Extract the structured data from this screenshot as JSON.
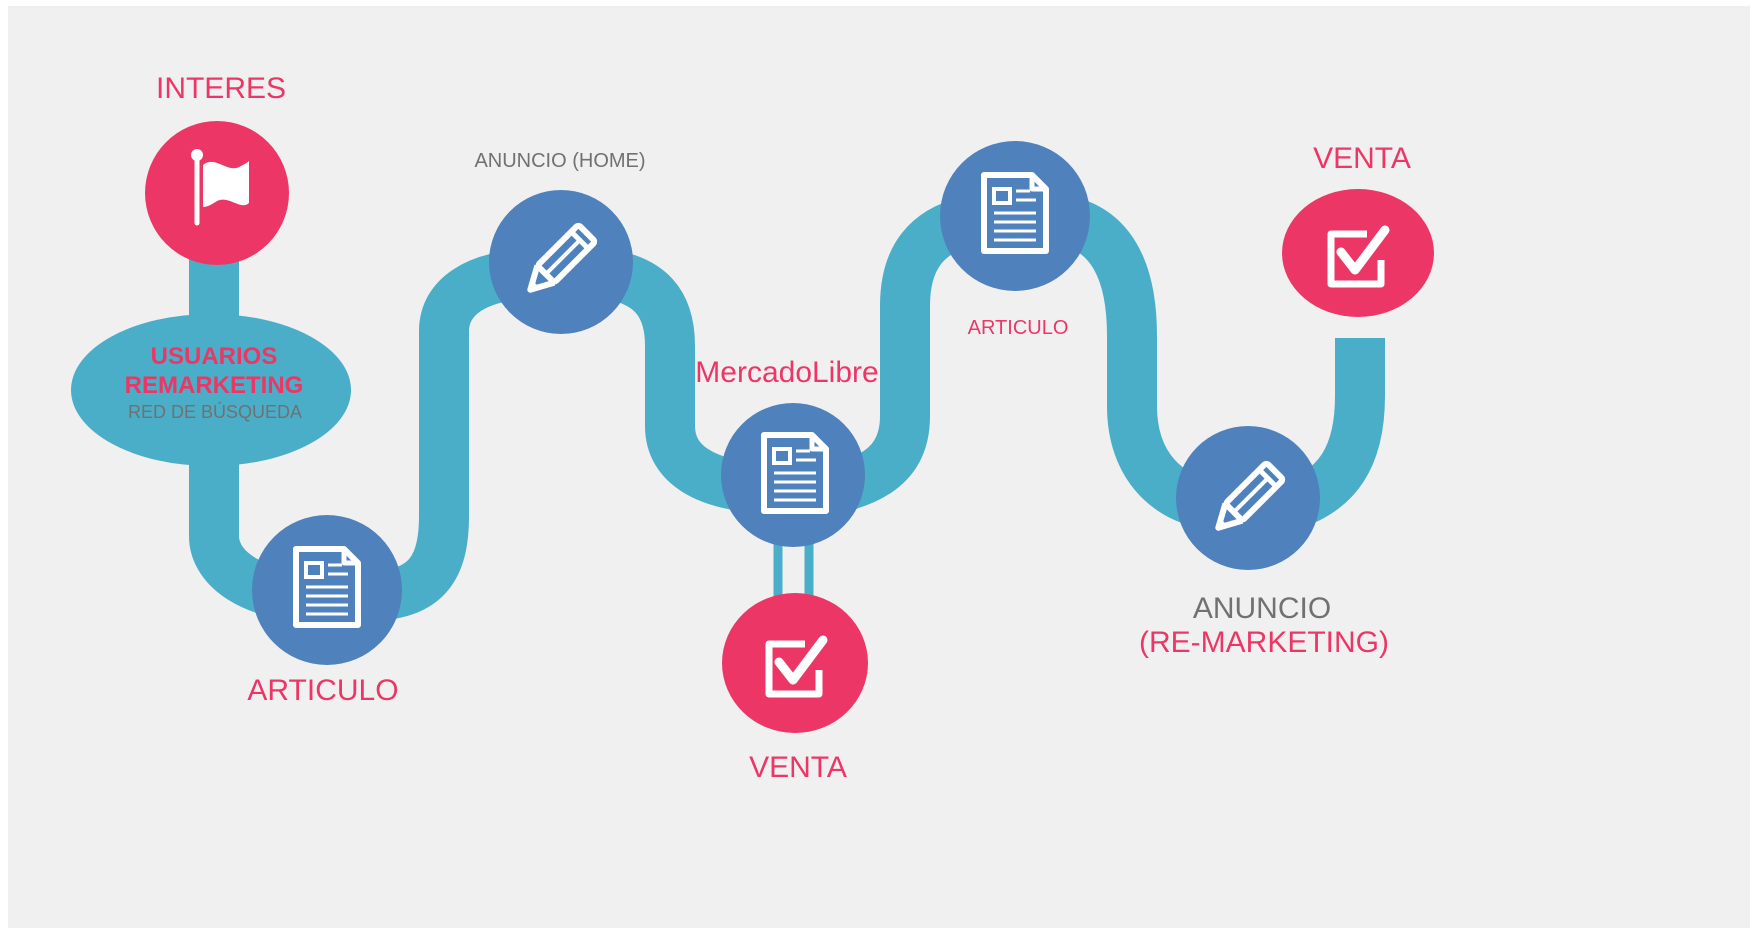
{
  "colors": {
    "path": "#4aaec8",
    "blue_node": "#4f81bd",
    "pink_node": "#ec3766",
    "background": "#f0f0f0",
    "pink_text": "#ec3766",
    "grey_text": "#717171"
  },
  "labels": {
    "interes": "INTERES",
    "usuarios": "USUARIOS",
    "remarketing": "REMARKETING",
    "red_busqueda": "RED DE BÚSQUEDA",
    "articulo_1": "ARTICULO",
    "anuncio_home": "ANUNCIO (HOME)",
    "mercadolibre": "MercadoLibre",
    "venta_1": "VENTA",
    "articulo_2": "ARTICULO",
    "anuncio_remarketing_1": "ANUNCIO",
    "anuncio_remarketing_2": "(RE-MARKETING)",
    "venta_2": "VENTA"
  },
  "nodes": [
    {
      "name": "interes-node",
      "icon": "flag-icon",
      "color": "pink"
    },
    {
      "name": "articulo-node-1",
      "icon": "document-icon",
      "color": "blue"
    },
    {
      "name": "anuncio-home-node",
      "icon": "pencil-icon",
      "color": "blue"
    },
    {
      "name": "mercadolibre-node",
      "icon": "document-icon",
      "color": "blue"
    },
    {
      "name": "venta-node-1",
      "icon": "checkbox-icon",
      "color": "pink"
    },
    {
      "name": "articulo-node-2",
      "icon": "document-icon",
      "color": "blue"
    },
    {
      "name": "anuncio-remarketing-node",
      "icon": "pencil-icon",
      "color": "blue"
    },
    {
      "name": "venta-node-2",
      "icon": "checkbox-icon",
      "color": "pink"
    }
  ]
}
